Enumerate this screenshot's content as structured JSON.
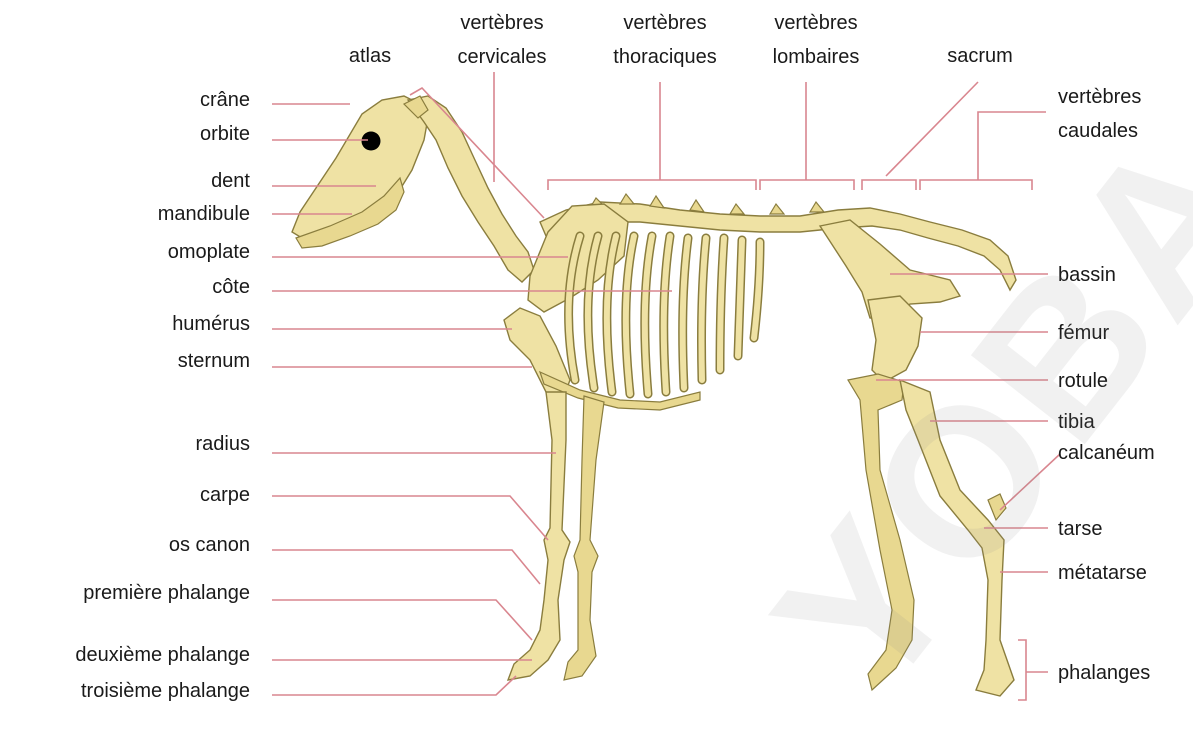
{
  "labels": {
    "atlas": "atlas",
    "vertebres_cervicales": [
      "vertèbres",
      "cervicales"
    ],
    "vertebres_thoraciques": [
      "vertèbres",
      "thoraciques"
    ],
    "vertebres_lombaires": [
      "vertèbres",
      "lombaires"
    ],
    "sacrum": "sacrum",
    "vertebres_caudales": [
      "vertèbres",
      "caudales"
    ],
    "crane": "crâne",
    "orbite": "orbite",
    "dent": "dent",
    "mandibule": "mandibule",
    "omoplate": "omoplate",
    "cote": "côte",
    "humerus": "humérus",
    "sternum": "sternum",
    "radius": "radius",
    "carpe": "carpe",
    "os_canon": "os canon",
    "premiere_phalange": "première phalange",
    "deuxieme_phalange": "deuxième phalange",
    "troisieme_phalange": "troisième phalange",
    "bassin": "bassin",
    "femur": "fémur",
    "rotule": "rotule",
    "tibia": "tibia",
    "calcaneum": "calcanéum",
    "tarse": "tarse",
    "metatarse": "métatarse",
    "phalanges": "phalanges"
  },
  "watermark": "YOBA",
  "colors": {
    "bone": "#efe2a4",
    "bone_outline": "#8a7d3e",
    "leader_line": "#d9868f"
  }
}
